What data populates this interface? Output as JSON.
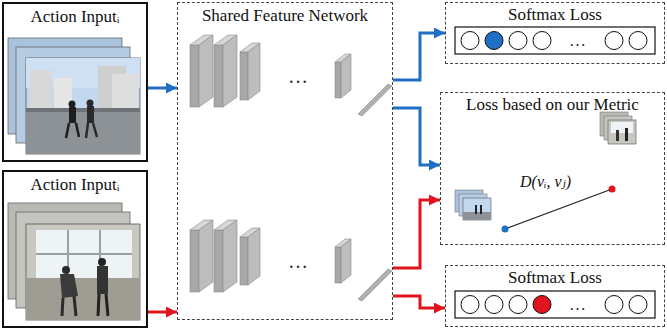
{
  "diagram": {
    "nodes": [
      {
        "text": [
          "Action Inputᵢ"
        ]
      },
      {
        "text": [
          "Action Inputᵢ"
        ]
      },
      {
        "text": [
          "Shared Feature Network"
        ]
      },
      {
        "text": [
          "Softmax Loss"
        ]
      },
      {
        "text": [
          "Loss based on our Metric",
          "D(vᵢ, vⱼ)"
        ]
      },
      {
        "text": [
          "Softmax Loss"
        ]
      }
    ],
    "edges": [
      {
        "from": 0,
        "to": 2,
        "arrow": "to"
      },
      {
        "from": 1,
        "to": 2,
        "arrow": "to"
      },
      {
        "from": 2,
        "to": 3,
        "arrow": "to"
      },
      {
        "from": 2,
        "to": 4,
        "arrow": "to"
      },
      {
        "from": 2,
        "to": 4,
        "arrow": "to"
      },
      {
        "from": 2,
        "to": 5,
        "arrow": "to"
      }
    ],
    "labels": [
      "…",
      "…",
      "…",
      "…"
    ]
  }
}
